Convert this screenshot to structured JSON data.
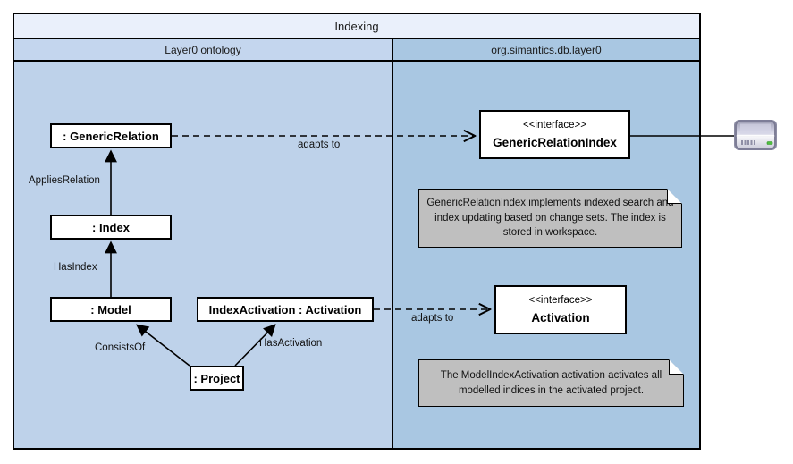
{
  "diagram": {
    "type": "uml-object-diagram",
    "title": "Indexing",
    "packages": [
      {
        "id": "layer0-ontology",
        "label": "Layer0 ontology"
      },
      {
        "id": "org-simantics-db-layer0",
        "label": "org.simantics.db.layer0"
      }
    ],
    "colors": {
      "frame_title_bg": "#eaf0fb",
      "left_package_bg": "#bed2ea",
      "left_package_header_bg": "#c4d6ee",
      "right_package_bg": "#a9c7e2",
      "box_bg": "#ffffff",
      "note_bg": "#bfbfbf",
      "stroke": "#000000",
      "drive_led": "#4fbf3f"
    },
    "nodes": [
      {
        "id": "generic-relation",
        "label": ": GenericRelation",
        "kind": "object",
        "package": "layer0-ontology"
      },
      {
        "id": "index",
        "label": ": Index",
        "kind": "object",
        "package": "layer0-ontology"
      },
      {
        "id": "model",
        "label": ": Model",
        "kind": "object",
        "package": "layer0-ontology"
      },
      {
        "id": "index-activation",
        "label": "IndexActivation : Activation",
        "kind": "object",
        "package": "layer0-ontology"
      },
      {
        "id": "project",
        "label": ": Project",
        "kind": "object",
        "package": "layer0-ontology"
      },
      {
        "id": "generic-relation-index",
        "label": "GenericRelationIndex",
        "stereotype": "<<interface>>",
        "kind": "interface",
        "package": "org-simantics-db-layer0"
      },
      {
        "id": "activation",
        "label": "Activation",
        "stereotype": "<<interface>>",
        "kind": "interface",
        "package": "org-simantics-db-layer0"
      }
    ],
    "edges": [
      {
        "id": "e-applies-relation",
        "label": "AppliesRelation",
        "from": "index",
        "to": "generic-relation",
        "style": "solid",
        "arrow": "open"
      },
      {
        "id": "e-has-index",
        "label": "HasIndex",
        "from": "model",
        "to": "index",
        "style": "solid",
        "arrow": "open"
      },
      {
        "id": "e-consists-of",
        "label": "ConsistsOf",
        "from": "project",
        "to": "model",
        "style": "solid",
        "arrow": "open"
      },
      {
        "id": "e-has-activation",
        "label": "HasActivation",
        "from": "project",
        "to": "index-activation",
        "style": "solid",
        "arrow": "open"
      },
      {
        "id": "e-adapts-to-1",
        "label": "adapts to",
        "from": "generic-relation",
        "to": "generic-relation-index",
        "style": "dashed",
        "arrow": "open"
      },
      {
        "id": "e-adapts-to-2",
        "label": "adapts to",
        "from": "index-activation",
        "to": "activation",
        "style": "dashed",
        "arrow": "open"
      },
      {
        "id": "e-index-storage",
        "label": "",
        "from": "generic-relation-index",
        "to": "workspace-drive",
        "style": "solid",
        "arrow": "none"
      }
    ],
    "notes": [
      {
        "id": "note-generic-relation-index",
        "text": "GenericRelationIndex implements indexed search and index updating based on change sets. The index is stored in workspace."
      },
      {
        "id": "note-model-index-activation",
        "text": "The ModelIndexActivation activation activates all modelled indices in the activated project."
      }
    ],
    "artifacts": [
      {
        "id": "workspace-drive",
        "icon": "disk-drive-icon",
        "label": ""
      }
    ]
  }
}
